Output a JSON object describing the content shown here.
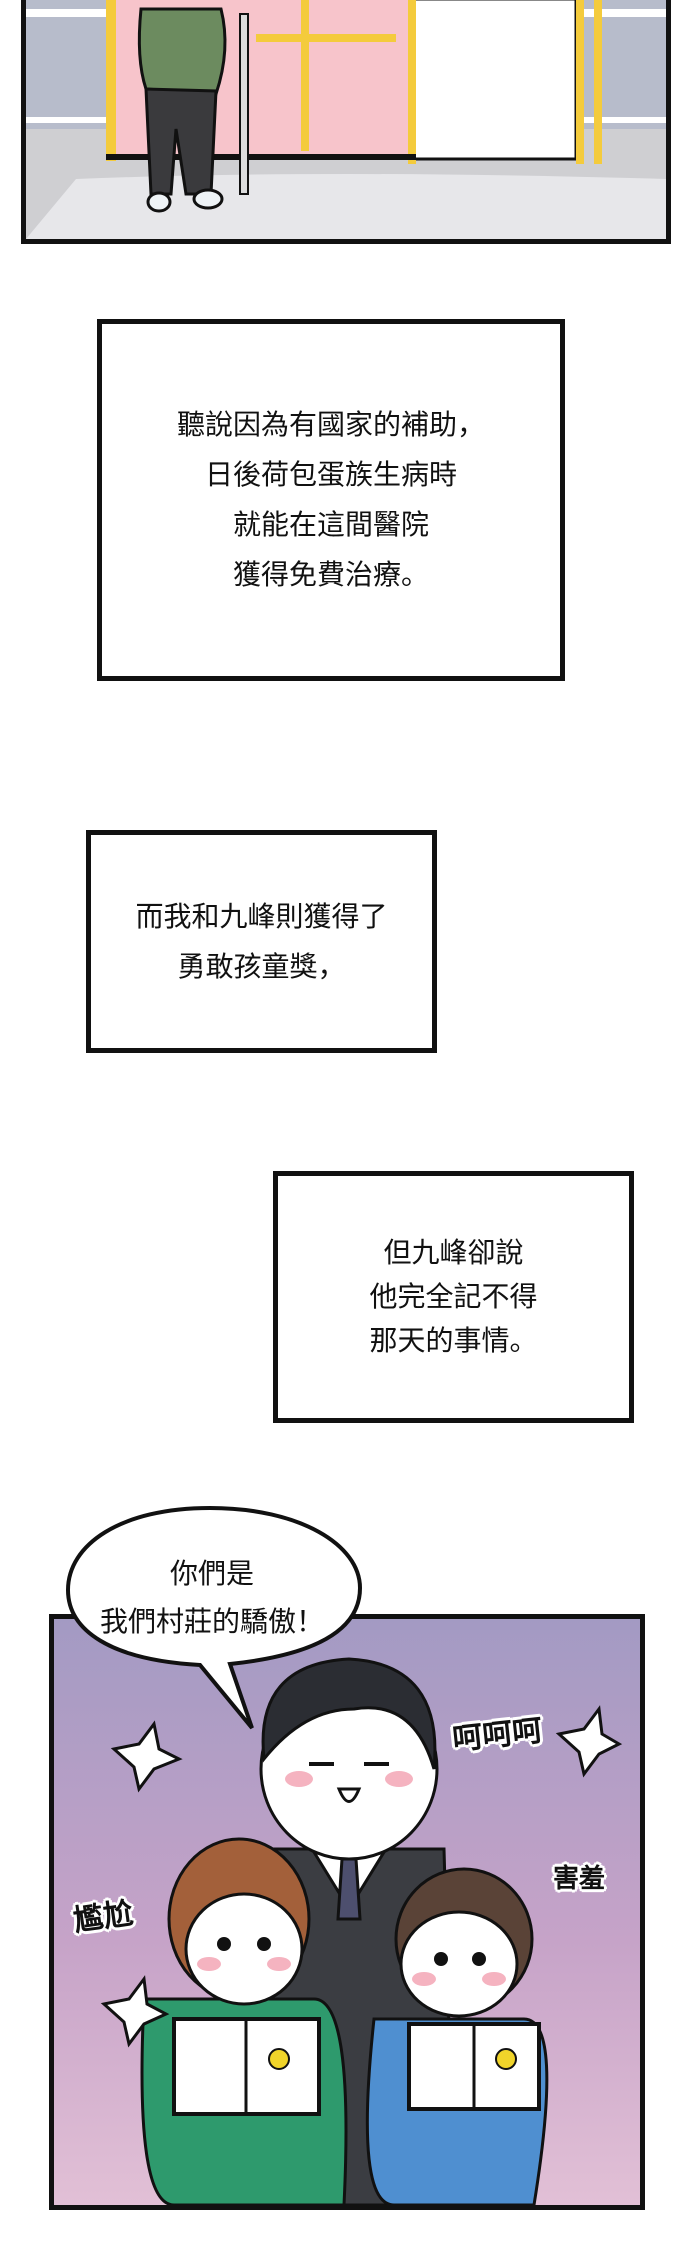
{
  "panels": {
    "top": {
      "description_colors": {
        "wall": "#b7bccb",
        "door": "#f7c4cb",
        "frame": "#f4cb3c",
        "floor": "#cfcfd2"
      }
    },
    "bottom": {
      "gradient_top": "#a39ac3",
      "gradient_bottom": "#e2c0d6"
    }
  },
  "captions": [
    {
      "lines": [
        "聽說因為有國家的補助，",
        "日後荷包蛋族生病時",
        "就能在這間醫院",
        "獲得免費治療。"
      ]
    },
    {
      "lines": [
        "而我和九峰則獲得了",
        "勇敢孩童獎，"
      ]
    },
    {
      "lines": [
        "但九峰卻說",
        "他完全記不得",
        "那天的事情。"
      ]
    }
  ],
  "speech_bubble": {
    "lines": [
      "你們是",
      "我們村莊的驕傲！"
    ]
  },
  "sound_effects": {
    "laugh": "呵呵呵",
    "shy": "害羞",
    "awkward": "尷尬"
  }
}
